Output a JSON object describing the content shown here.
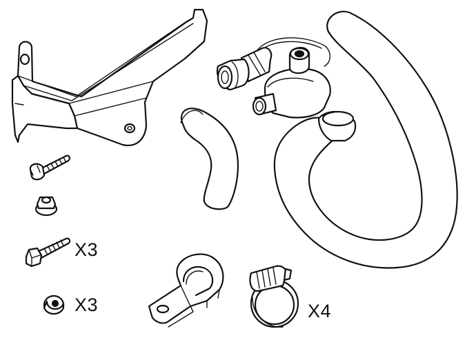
{
  "diagram": {
    "quantity_labels": {
      "bolt_long": "X3",
      "washer": "X3",
      "hose_clamp": "X4"
    },
    "colors": {
      "background": "#ffffff",
      "line": "#111111"
    }
  }
}
